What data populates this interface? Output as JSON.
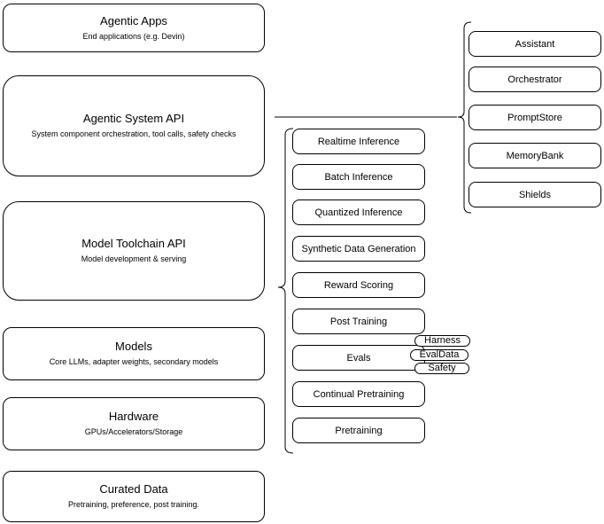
{
  "diagram": {
    "stack": [
      {
        "title": "Agentic Apps",
        "subtitle": "End applications (e.g. Devin)"
      },
      {
        "title": "Agentic System API",
        "subtitle": "System component orchestration, tool calls, safety checks"
      },
      {
        "title": "Model Toolchain API",
        "subtitle": "Model development & serving"
      },
      {
        "title": "Models",
        "subtitle": "Core LLMs, adapter weights, secondary models"
      },
      {
        "title": "Hardware",
        "subtitle": "GPUs/Accelerators/Storage"
      },
      {
        "title": "Curated Data",
        "subtitle": "Pretraining, preference, post training."
      }
    ],
    "toolchain": {
      "items": [
        {
          "label": "Realtime Inference"
        },
        {
          "label": "Batch Inference"
        },
        {
          "label": "Quantized Inference"
        },
        {
          "label": "Synthetic Data Generation"
        },
        {
          "label": "Reward Scoring"
        },
        {
          "label": "Post Training"
        },
        {
          "label": "Evals"
        },
        {
          "label": "Continual Pretraining"
        },
        {
          "label": "Pretraining"
        }
      ]
    },
    "eval_tags": [
      {
        "label": "Harness"
      },
      {
        "label": "EvalData"
      },
      {
        "label": "Safety"
      }
    ],
    "system_components": [
      {
        "label": "Assistant"
      },
      {
        "label": "Orchestrator"
      },
      {
        "label": "PromptStore"
      },
      {
        "label": "MemoryBank"
      },
      {
        "label": "Shields"
      }
    ],
    "colors": {
      "stroke": "#000000",
      "fill": "#ffffff",
      "text": "#000000"
    }
  }
}
